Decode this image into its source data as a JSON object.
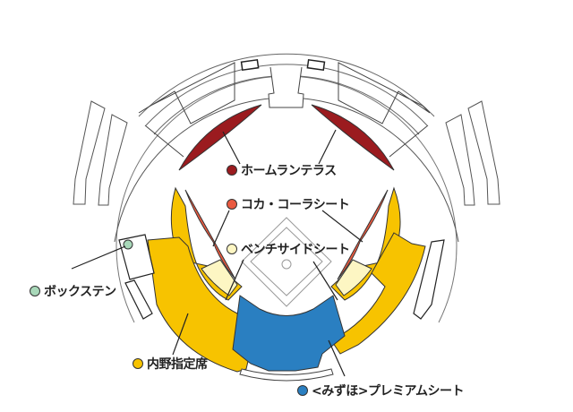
{
  "diagram": {
    "type": "stadium-seating-map",
    "colors": {
      "home_run_terrace": "#9b1b1f",
      "coca_cola_seat": "#ea5a40",
      "bench_side_seat": "#fdf6c3",
      "box_stand": "#a8d8b9",
      "infield_reserved": "#f7c300",
      "mizuho_premium": "#2a7fc1",
      "outline": "#333333"
    },
    "legend": [
      {
        "id": "home_run_terrace",
        "label": "ホームランテラス",
        "color": "#9b1b1f"
      },
      {
        "id": "coca_cola_seat",
        "label": "コカ・コーラシート",
        "color": "#ea5a40"
      },
      {
        "id": "bench_side_seat",
        "label": "ベンチサイドシート",
        "color": "#fdf6c3"
      },
      {
        "id": "box_stand",
        "label": "ボックステン",
        "color": "#a8d8b9"
      },
      {
        "id": "infield_reserved",
        "label": "内野指定席",
        "color": "#f7c300"
      },
      {
        "id": "mizuho_premium",
        "label": "<みずほ>プレミアムシート",
        "color": "#2a7fc1"
      }
    ]
  }
}
